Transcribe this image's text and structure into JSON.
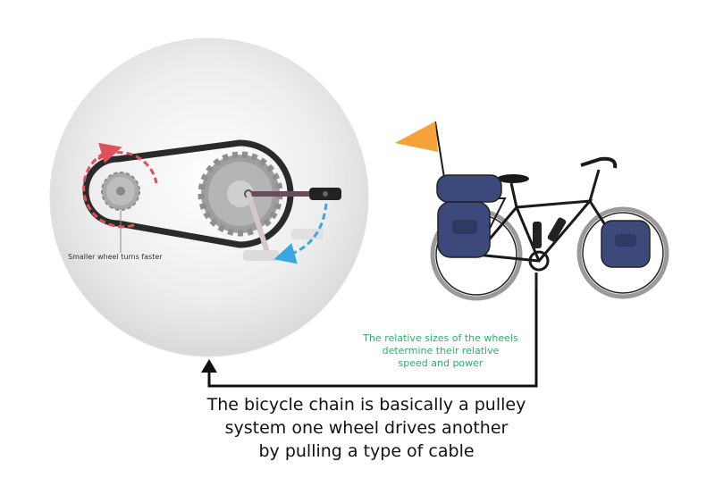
{
  "annotations": {
    "small_wheel": "Smaller wheel turns faster",
    "relative_sizes": [
      "The relative sizes of the wheels",
      "determine their relative",
      "speed and power"
    ]
  },
  "caption": [
    "The bicycle chain is basically a pulley",
    "system one wheel drives another",
    "by pulling a type of cable"
  ],
  "colors": {
    "red_arrow": "#e0505a",
    "blue_arrow": "#3aa7e3",
    "green_text": "#2eae6a",
    "flag": "#f6a13a",
    "bag": "#3b4a7a",
    "frame": "#1a1a1a",
    "gear": "#9a9a9a"
  },
  "icons": [
    "small-cog-icon",
    "large-chainring-icon",
    "chain-loop",
    "pedal-icon",
    "bicycle-icon",
    "flag-icon",
    "pannier-bag-icon"
  ]
}
